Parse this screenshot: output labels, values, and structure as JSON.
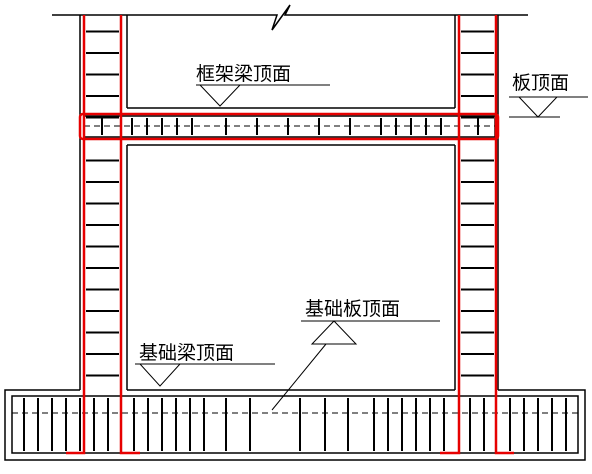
{
  "labels": {
    "frame_beam_top": "框架梁顶面",
    "slab_top": "板顶面",
    "foundation_slab_top": "基础板顶面",
    "foundation_beam_top": "基础梁顶面"
  },
  "colors": {
    "line": "#000000",
    "rebar": "#e60000",
    "background": "#ffffff"
  }
}
